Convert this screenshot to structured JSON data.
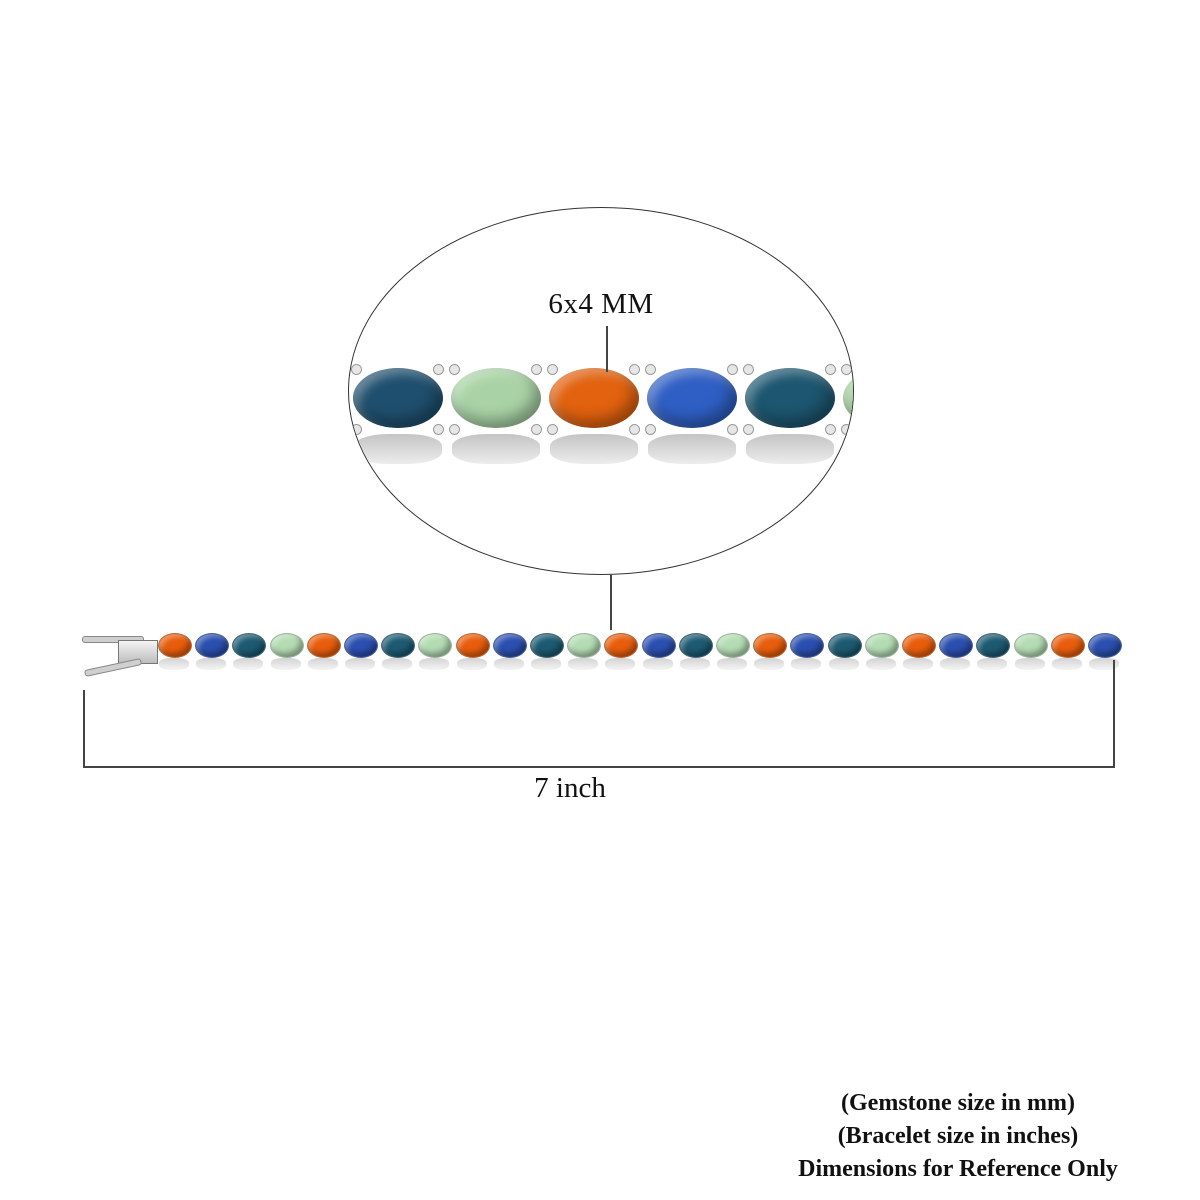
{
  "magnifier": {
    "label": "6x4 MM",
    "gems": [
      {
        "name": "teal-blue-sapphire",
        "color": "#1f4f6e"
      },
      {
        "name": "light-green-sapphire",
        "color": "#a9d3a6"
      },
      {
        "name": "orange-sapphire",
        "color": "#e2620f"
      },
      {
        "name": "blue-sapphire",
        "color": "#2f5fc4"
      },
      {
        "name": "teal-blue-sapphire",
        "color": "#1d5670"
      },
      {
        "name": "light-green-sapphire",
        "color": "#a6cfa0"
      }
    ]
  },
  "bracelet": {
    "length_label": "7 inch",
    "gem_colors": {
      "orange": "#e85d0c",
      "blue": "#2b4fb0",
      "teal": "#1d5a72",
      "green": "#b4dcb4"
    },
    "gem_sequence": [
      "orange",
      "blue",
      "teal",
      "green",
      "orange",
      "blue",
      "teal",
      "green",
      "orange",
      "blue",
      "teal",
      "green",
      "orange",
      "blue",
      "teal",
      "green",
      "orange",
      "blue",
      "teal",
      "green",
      "orange",
      "blue",
      "teal",
      "green",
      "orange",
      "blue"
    ]
  },
  "notes": {
    "line1": "(Gemstone size in mm)",
    "line2": "(Bracelet size in inches)",
    "line3": "Dimensions for Reference Only"
  }
}
